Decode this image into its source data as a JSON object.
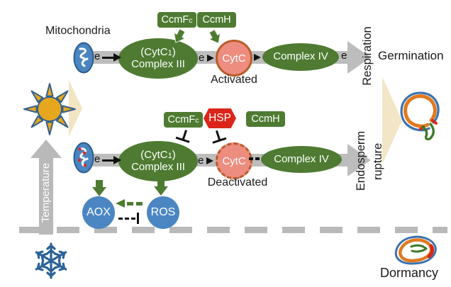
{
  "colors": {
    "complex_green": "#4e7b31",
    "cytc_pink": "#ec8d80",
    "cytc_border_orange": "#b85c28",
    "hsp_red": "#dc251a",
    "chain_gray": "#bdbdbd",
    "axis_gray": "#b9b9b9",
    "node_blue": "#4b86c2",
    "snowflake_blue": "#2b6299",
    "sun_gold": "#e6a71e",
    "beam_cream": "#f0e0b8"
  },
  "top_pathway": {
    "mitochondria_label": "Mitochondria",
    "electron": "e",
    "chaperones": {
      "ccmfc_main": "CcmF",
      "ccmfc_sub": "c",
      "ccmh": "CcmH"
    },
    "complex3_pre": "(CytC",
    "complex3_sub": "1",
    "complex3_post": ")",
    "complex3_line2": "Complex III",
    "cytc": "CytC",
    "cytc_state": "Activated",
    "complex4": "Complex IV",
    "process": "Respiration",
    "outcome": "Germination"
  },
  "bottom_pathway": {
    "electron": "e",
    "chaperones": {
      "ccmfc_main": "CcmF",
      "ccmfc_sub": "c",
      "hsp": "HSP",
      "ccmh": "CcmH"
    },
    "complex3_pre": "(CytC",
    "complex3_sub": "1",
    "complex3_post": ")",
    "complex3_line2": "Complex III",
    "cytc": "CytC",
    "cytc_state": "Deactivated",
    "complex4": "Complex IV",
    "process_line1": "Endosperm",
    "process_line2": "rupture",
    "aox": "AOX",
    "ros": "ROS"
  },
  "axis": {
    "temperature": "Temperature"
  },
  "outcomes": {
    "dormancy": "Dormancy"
  }
}
